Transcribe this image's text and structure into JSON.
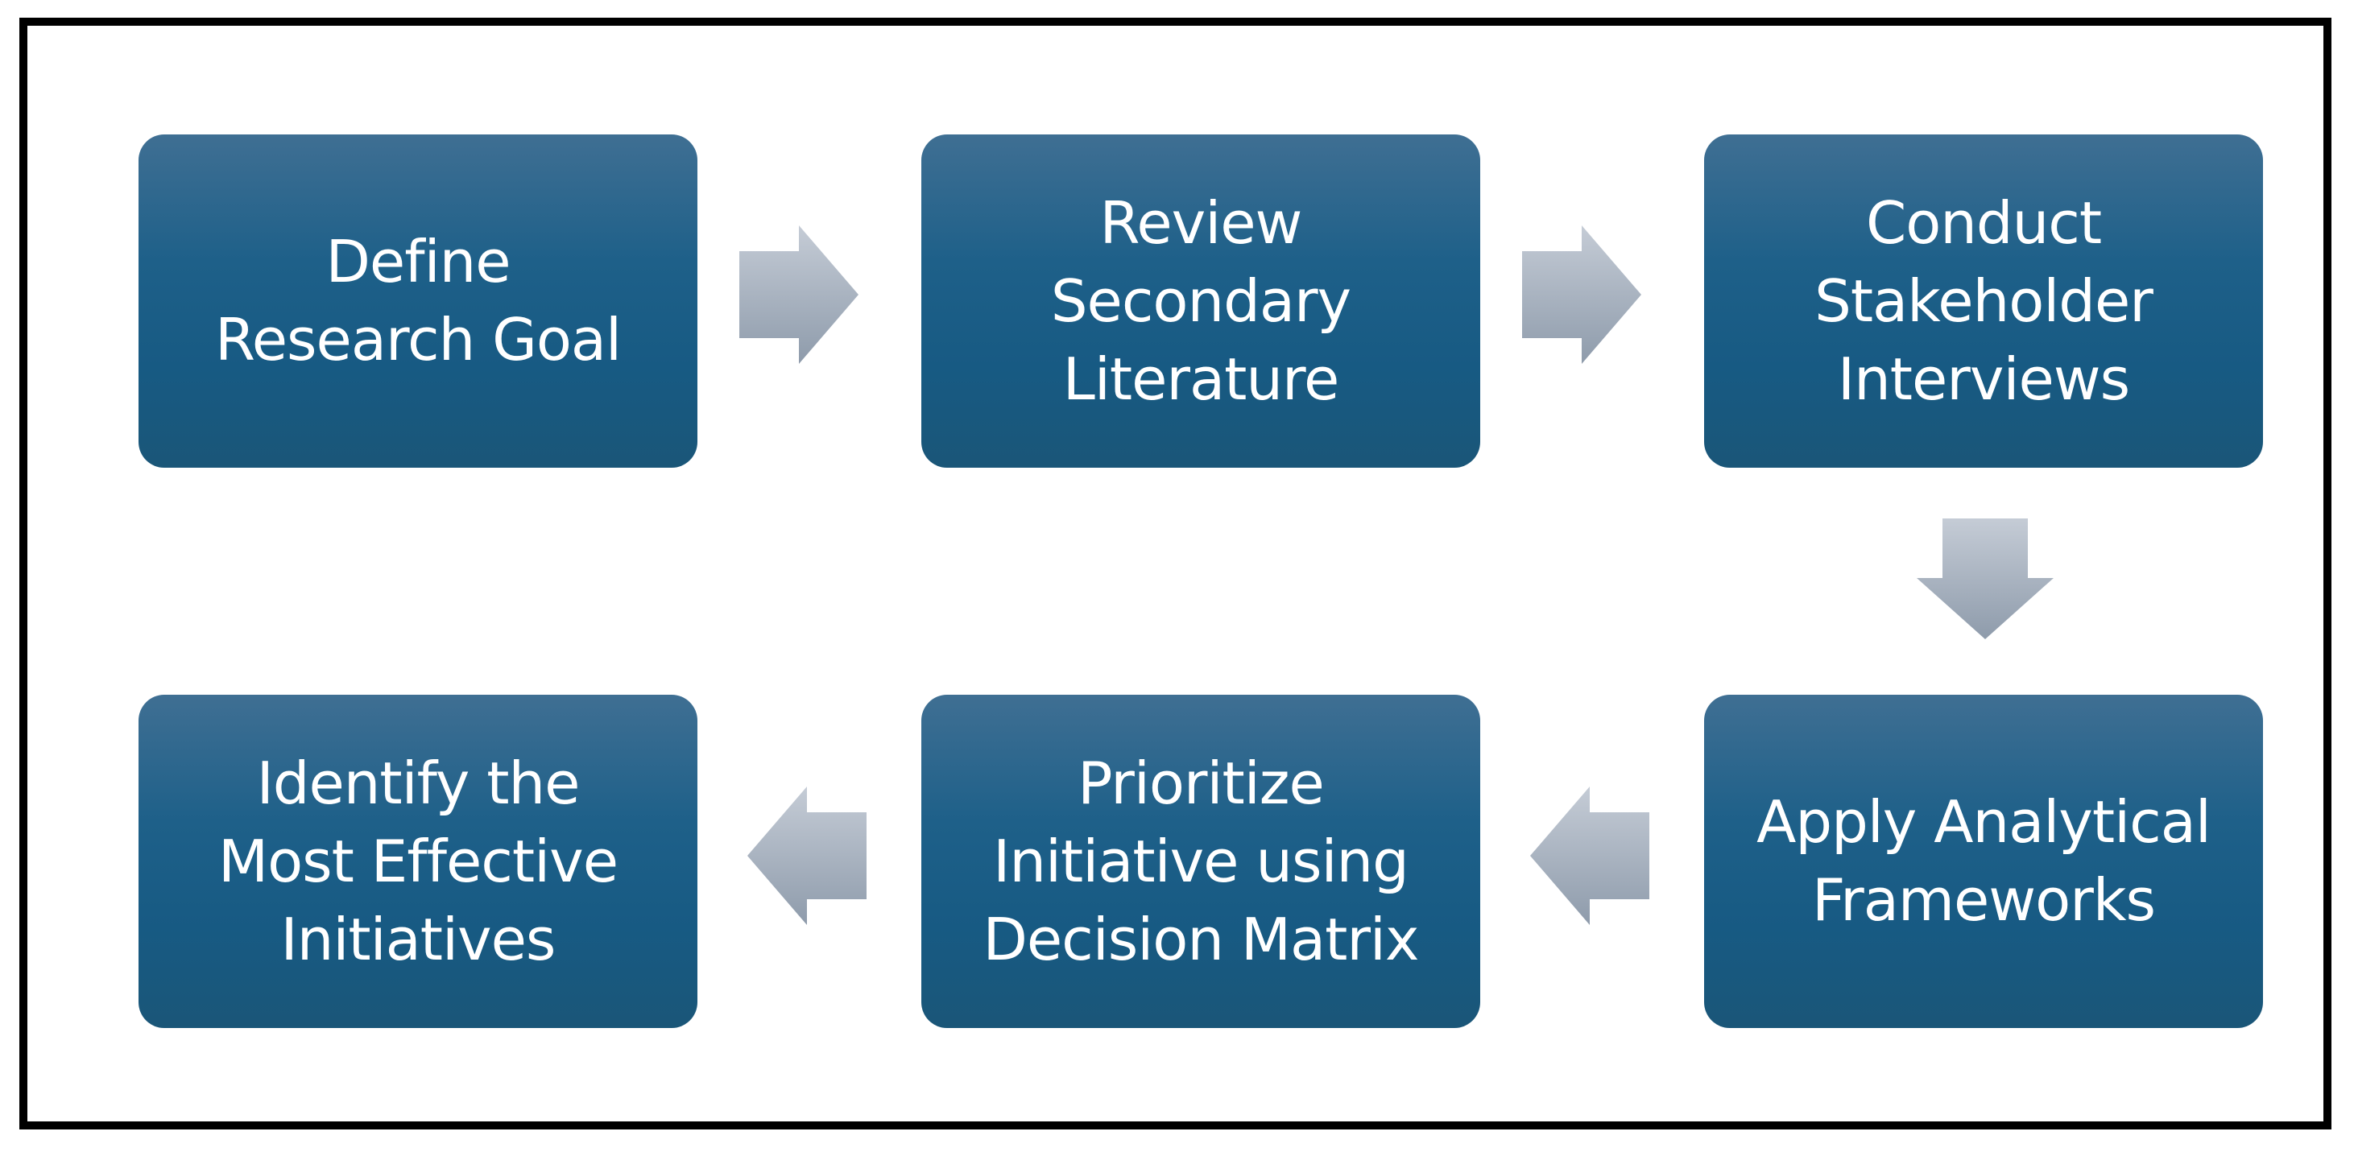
{
  "diagram": {
    "steps": [
      {
        "label": "Define\nResearch Goal"
      },
      {
        "label": "Review\nSecondary\nLiterature"
      },
      {
        "label": "Conduct\nStakeholder\nInterviews"
      },
      {
        "label": "Apply Analytical\nFrameworks"
      },
      {
        "label": "Prioritize\nInitiative using\nDecision Matrix"
      },
      {
        "label": "Identify the\nMost Effective\nInitiatives"
      }
    ],
    "connectors": [
      {
        "from": 1,
        "to": 2,
        "direction": "right"
      },
      {
        "from": 2,
        "to": 3,
        "direction": "right"
      },
      {
        "from": 3,
        "to": 4,
        "direction": "down"
      },
      {
        "from": 4,
        "to": 5,
        "direction": "left"
      },
      {
        "from": 5,
        "to": 6,
        "direction": "left"
      }
    ],
    "colors": {
      "box_top": "#3f6f93",
      "box_mid": "#1e6089",
      "box_bottom": "#1a5678",
      "arrow_light": "#c5ccd6",
      "arrow_dark": "#8e9bab",
      "frame": "#000000"
    }
  }
}
